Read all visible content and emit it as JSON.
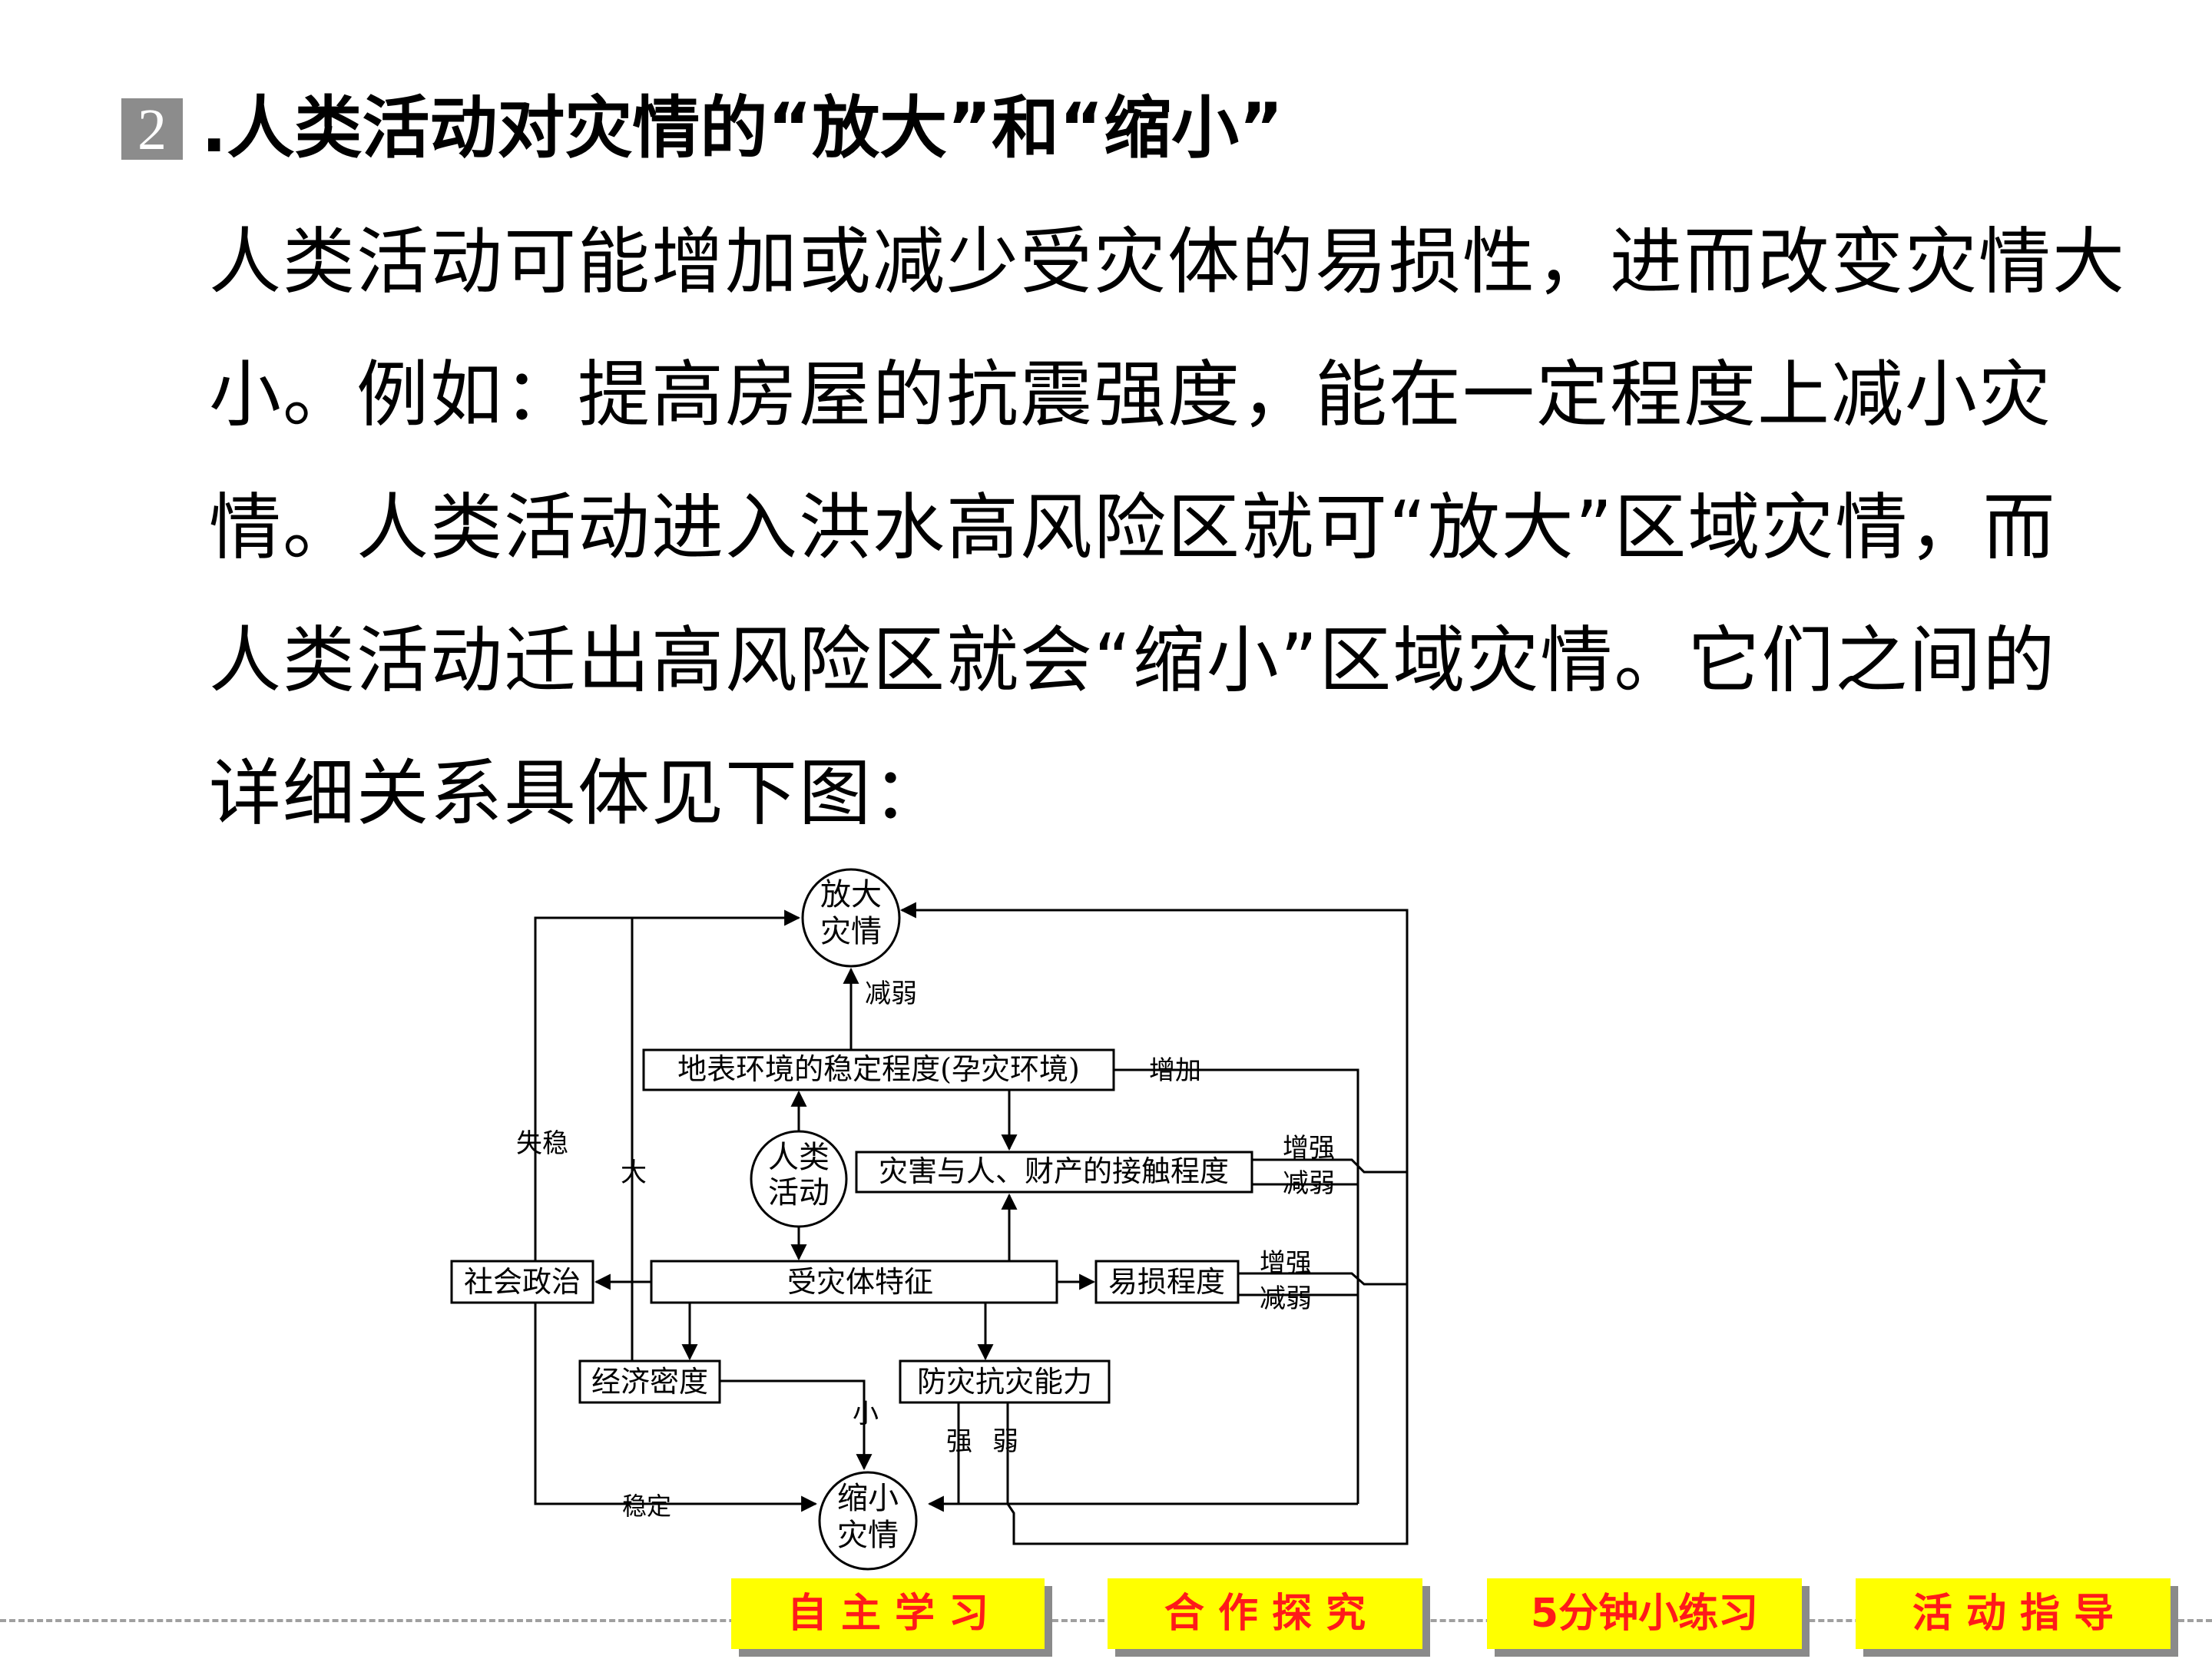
{
  "section": {
    "number": "2",
    "heading": ".人类活动对灾情的“放大”和“缩小”",
    "paragraph": "人类活动可能增加或减少受灾体的易损性，进而改变灾情大小。例如：提高房屋的抗震强度，能在一定程度上减小灾情。人类活动进入洪水高风险区就可“放大”区域灾情，而人类活动迁出高风险区就会“缩小”区域灾情。它们之间的详细关系具体见下图："
  },
  "diagram": {
    "amplify_l1": "放大",
    "amplify_l2": "灾情",
    "reduce_l1": "缩小",
    "reduce_l2": "灾情",
    "human_l1": "人类",
    "human_l2": "活动",
    "env": "地表环境的稳定程度(孕灾环境)",
    "contact": "灾害与人、财产的接触程度",
    "bearer": "受灾体特征",
    "vulnerability": "易损程度",
    "social": "社会政治",
    "economic": "经济密度",
    "prevention": "防灾抗灾能力",
    "lbl_weaken1": "减弱",
    "lbl_increase": "增加",
    "lbl_strengthen1": "增强",
    "lbl_weaken2": "减弱",
    "lbl_strengthen2": "增强",
    "lbl_weaken3": "减弱",
    "lbl_unstable": "失稳",
    "lbl_large": "大",
    "lbl_small": "小",
    "lbl_strong": "强",
    "lbl_weak": "弱",
    "lbl_stable": "稳定"
  },
  "nav": {
    "self_study": "自 主 学 习",
    "cooperate": "合 作 探 究",
    "practice": "5分钟小练习",
    "guide": "活 动 指 导"
  },
  "colors": {
    "nav_bg": "#ffff00",
    "nav_text": "#ff1a1a",
    "badge": "#8c8c8c"
  }
}
